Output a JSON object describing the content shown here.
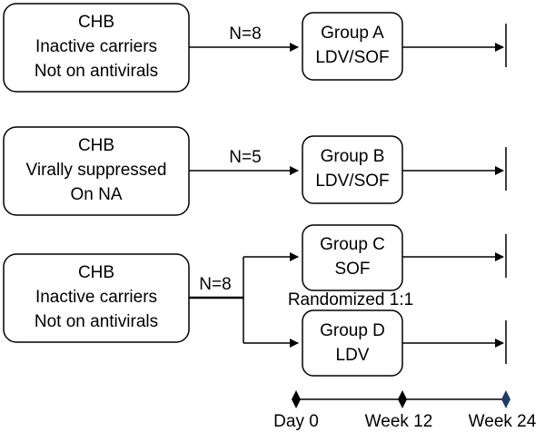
{
  "cohorts": [
    {
      "lines": [
        "CHB",
        "Inactive carriers",
        "Not on antivirals"
      ]
    },
    {
      "lines": [
        "CHB",
        "Virally suppressed",
        "On NA"
      ]
    },
    {
      "lines": [
        "CHB",
        "Inactive carriers",
        "Not on antivirals"
      ]
    }
  ],
  "arrows": [
    {
      "label": "N=8"
    },
    {
      "label": "N=5"
    },
    {
      "label": "N=8"
    }
  ],
  "groups": [
    {
      "name": "Group A",
      "drug": "LDV/SOF"
    },
    {
      "name": "Group B",
      "drug": "LDV/SOF"
    },
    {
      "name": "Group C",
      "drug": "SOF"
    },
    {
      "name": "Group D",
      "drug": "LDV"
    }
  ],
  "randomization_label": "Randomized 1:1",
  "timeline": {
    "points": [
      "Day 0",
      "Week 12",
      "Week 24"
    ],
    "marker_colors": [
      "#000000",
      "#000000",
      "#1f3b66"
    ]
  }
}
